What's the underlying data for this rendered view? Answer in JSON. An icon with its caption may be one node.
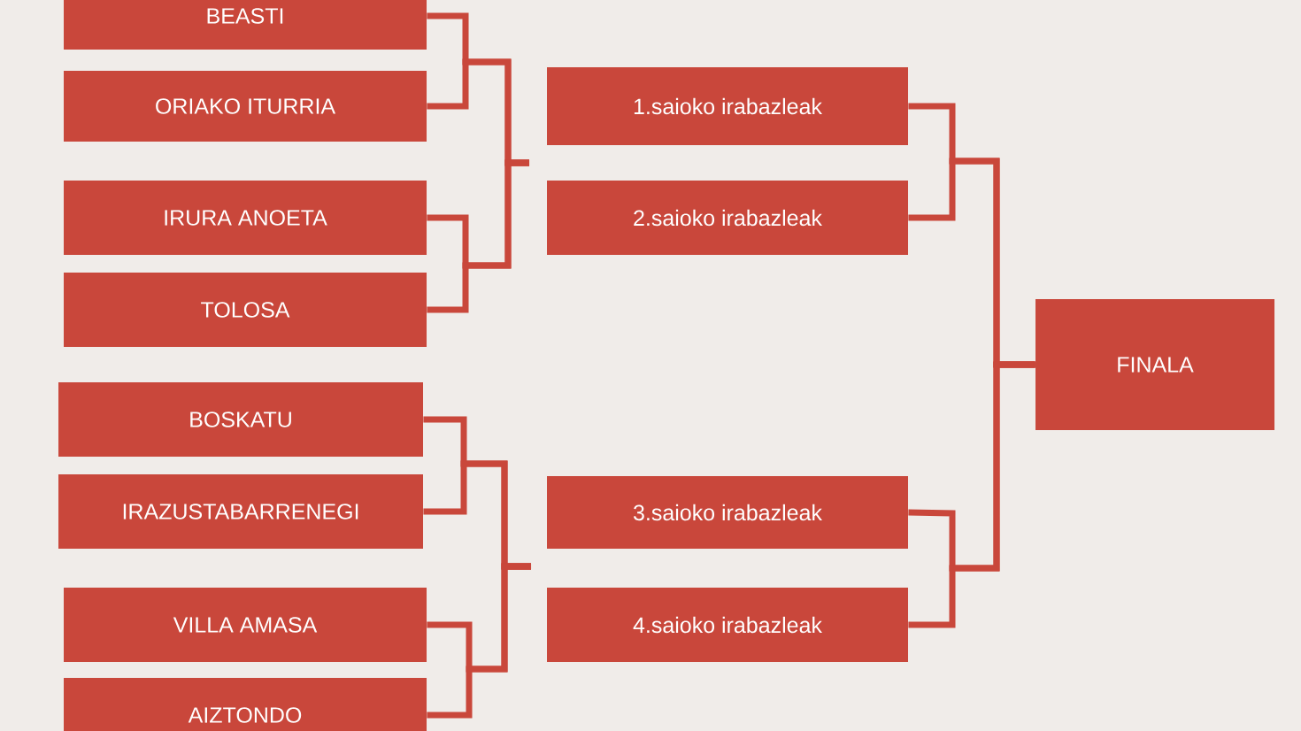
{
  "diagram": {
    "nodes": [
      {
        "text": [
          "BEASTI"
        ]
      },
      {
        "text": [
          "ORIAKO ITURRIA"
        ]
      },
      {
        "text": [
          "IRURA ANOETA"
        ]
      },
      {
        "text": [
          "TOLOSA"
        ]
      },
      {
        "text": [
          "BOSKATU"
        ]
      },
      {
        "text": [
          "IRAZUSTABARRENEGI"
        ]
      },
      {
        "text": [
          "VILLA AMASA"
        ]
      },
      {
        "text": [
          "AIZTONDO"
        ]
      },
      {
        "text": [
          "1.saioko irabazleak"
        ]
      },
      {
        "text": [
          "2.saioko irabazleak"
        ]
      },
      {
        "text": [
          "3.saioko irabazleak"
        ]
      },
      {
        "text": [
          "4.saioko irabazleak"
        ]
      },
      {
        "text": [
          "FINALA"
        ]
      }
    ],
    "edges": [
      {
        "from": 0,
        "to": null,
        "arrow": "none"
      },
      {
        "from": 1,
        "to": null,
        "arrow": "none"
      },
      {
        "from": 2,
        "to": null,
        "arrow": "none"
      },
      {
        "from": 3,
        "to": null,
        "arrow": "none"
      },
      {
        "from": 4,
        "to": null,
        "arrow": "none"
      },
      {
        "from": 5,
        "to": null,
        "arrow": "none"
      },
      {
        "from": 6,
        "to": null,
        "arrow": "none"
      },
      {
        "from": 7,
        "to": null,
        "arrow": "none"
      },
      {
        "from": 8,
        "to": 12,
        "arrow": "none"
      },
      {
        "from": 9,
        "to": 12,
        "arrow": "none"
      },
      {
        "from": 10,
        "to": 12,
        "arrow": "none"
      },
      {
        "from": 11,
        "to": 12,
        "arrow": "none"
      }
    ]
  }
}
